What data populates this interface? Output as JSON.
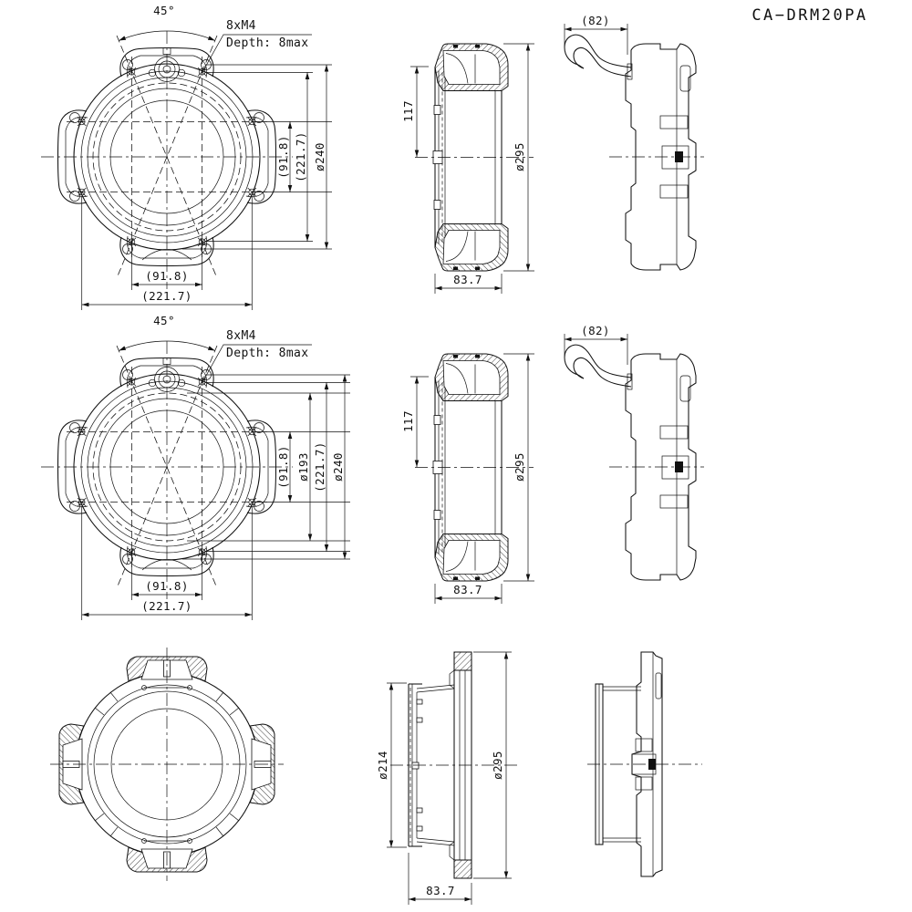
{
  "title": "CA−DRM20PA",
  "colors": {
    "line": "#111111",
    "background": "#ffffff"
  },
  "rows": [
    {
      "front": {
        "angle": "45°",
        "note_line1": "8xM4",
        "note_line2": "Depth: 8max",
        "dims": {
          "right_inner": "(91.8)",
          "right_mid": "(221.7)",
          "right_outer": "ø240",
          "bottom_inner": "(91.8)",
          "bottom_outer": "(221.7)"
        }
      },
      "section": {
        "dims": {
          "height": "117",
          "diameter": "ø295",
          "depth": "83.7"
        }
      },
      "side": {
        "dims": {
          "cable": "(82)"
        }
      }
    },
    {
      "front": {
        "angle": "45°",
        "note_line1": "8xM4",
        "note_line2": "Depth: 8max",
        "dims": {
          "right_inner": "(91.8)",
          "right_dia": "ø193",
          "right_mid": "(221.7)",
          "right_outer": "ø240",
          "bottom_inner": "(91.8)",
          "bottom_outer": "(221.7)"
        }
      },
      "section": {
        "dims": {
          "height": "117",
          "diameter": "ø295",
          "depth": "83.7"
        }
      },
      "side": {
        "dims": {
          "cable": "(82)"
        }
      }
    },
    {
      "section": {
        "dims": {
          "inner_diameter": "ø214",
          "diameter": "ø295",
          "depth": "83.7"
        }
      }
    }
  ]
}
